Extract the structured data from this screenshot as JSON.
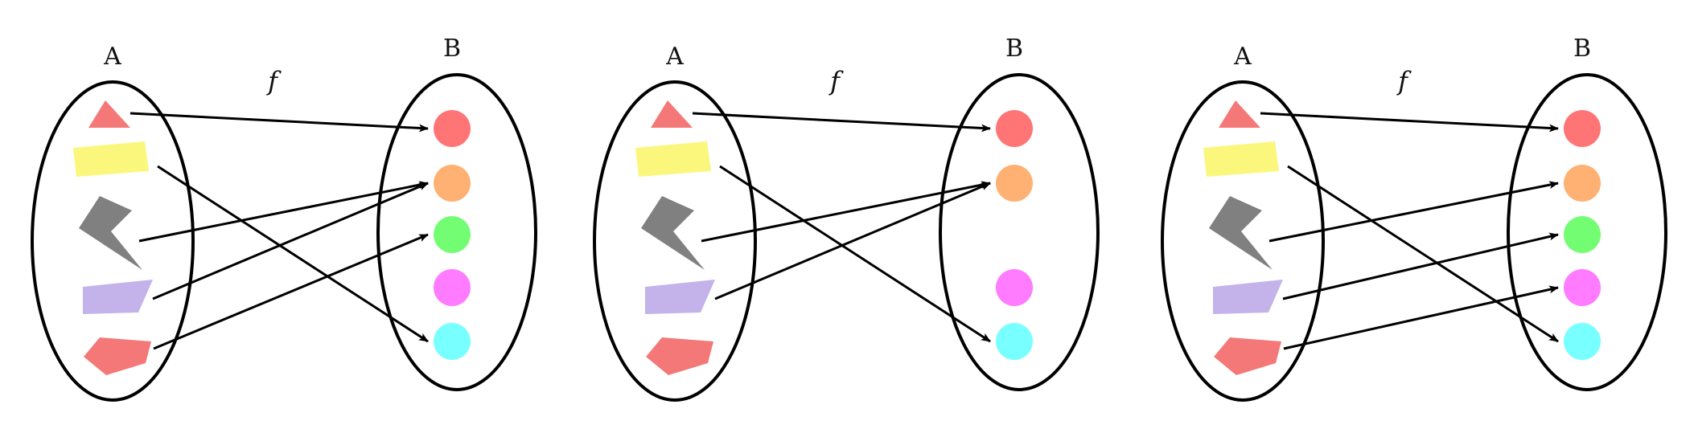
{
  "shape_colors": {
    "triangle": "#F47878",
    "rectangle": "#FBF77C",
    "chevron": "#808080",
    "quad": "#C3B3EA",
    "pentagon": "#F47878"
  },
  "dot_colors": [
    "#FF7575",
    "#FFB173",
    "#73FD73",
    "#FF7BFF",
    "#78FFFF"
  ],
  "panels": [
    {
      "set_a_label": "A",
      "set_b_label": "B",
      "function_label": "f",
      "domain": [
        "triangle",
        "rectangle",
        "chevron",
        "quad",
        "pentagon"
      ],
      "codomain": [
        0,
        1,
        2,
        3,
        4
      ],
      "mappings": [
        {
          "from": 0,
          "to": 0
        },
        {
          "from": 1,
          "to": 4
        },
        {
          "from": 2,
          "to": 1
        },
        {
          "from": 3,
          "to": 1
        },
        {
          "from": 4,
          "to": 2
        }
      ]
    },
    {
      "set_a_label": "A",
      "set_b_label": "B",
      "function_label": "f",
      "domain": [
        "triangle",
        "rectangle",
        "chevron",
        "quad",
        "pentagon"
      ],
      "codomain": [
        0,
        1,
        3,
        4
      ],
      "mappings": [
        {
          "from": 0,
          "to": 0
        },
        {
          "from": 1,
          "to": 4
        },
        {
          "from": 2,
          "to": 1
        },
        {
          "from": 3,
          "to": 1
        }
      ]
    },
    {
      "set_a_label": "A",
      "set_b_label": "B",
      "function_label": "f",
      "domain": [
        "triangle",
        "rectangle",
        "chevron",
        "quad",
        "pentagon"
      ],
      "codomain": [
        0,
        1,
        2,
        3,
        4
      ],
      "mappings": [
        {
          "from": 0,
          "to": 0
        },
        {
          "from": 1,
          "to": 4
        },
        {
          "from": 2,
          "to": 1
        },
        {
          "from": 3,
          "to": 2
        },
        {
          "from": 4,
          "to": 3
        }
      ]
    }
  ]
}
